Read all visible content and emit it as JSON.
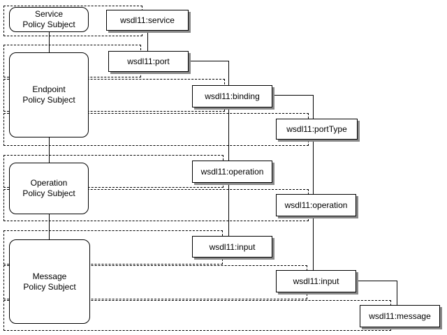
{
  "diagram": {
    "colors": {
      "background": "#ffffff",
      "line": "#000000",
      "box_fill": "#ffffff",
      "shadow": "#888888"
    },
    "policy_subjects": [
      {
        "id": "service",
        "label": "Service\nPolicy Subject"
      },
      {
        "id": "endpoint",
        "label": "Endpoint\nPolicy Subject"
      },
      {
        "id": "operation",
        "label": "Operation\nPolicy Subject"
      },
      {
        "id": "message",
        "label": "Message\nPolicy Subject"
      }
    ],
    "wsdl_elements": [
      {
        "id": "service",
        "label": "wsdl11:service"
      },
      {
        "id": "port",
        "label": "wsdl11:port"
      },
      {
        "id": "binding",
        "label": "wsdl11:binding"
      },
      {
        "id": "portType",
        "label": "wsdl11:portType"
      },
      {
        "id": "operation_binding",
        "label": "wsdl11:operation"
      },
      {
        "id": "operation_portType",
        "label": "wsdl11:operation"
      },
      {
        "id": "input_binding",
        "label": "wsdl11:input"
      },
      {
        "id": "input_portType",
        "label": "wsdl11:input"
      },
      {
        "id": "message",
        "label": "wsdl11:message"
      }
    ]
  }
}
